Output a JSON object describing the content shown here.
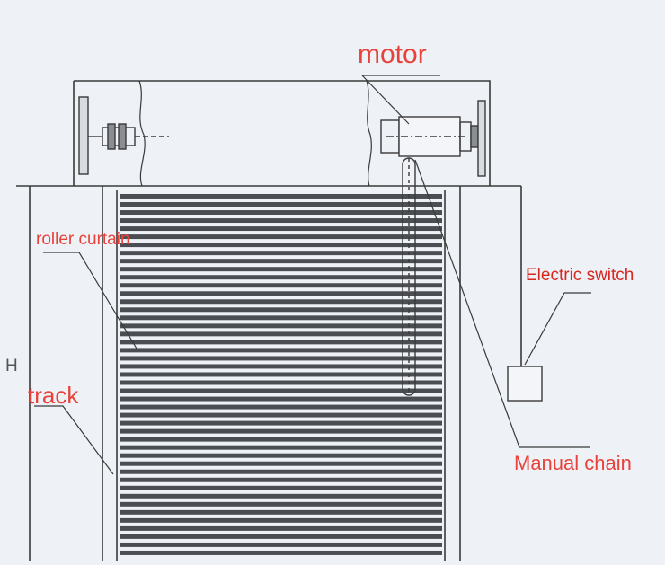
{
  "labels": {
    "motor": "motor",
    "roller_curtain": "roller curtain",
    "track": "track",
    "electric_switch": "Electric switch",
    "manual_chain": "Manual chain",
    "height_marker": "H"
  },
  "colors": {
    "label": "#e8423a",
    "switch_label": "#d9261e",
    "line": "#3a3a3a",
    "paper": "#eef1f6"
  },
  "curtain": {
    "slat_count": 45
  }
}
